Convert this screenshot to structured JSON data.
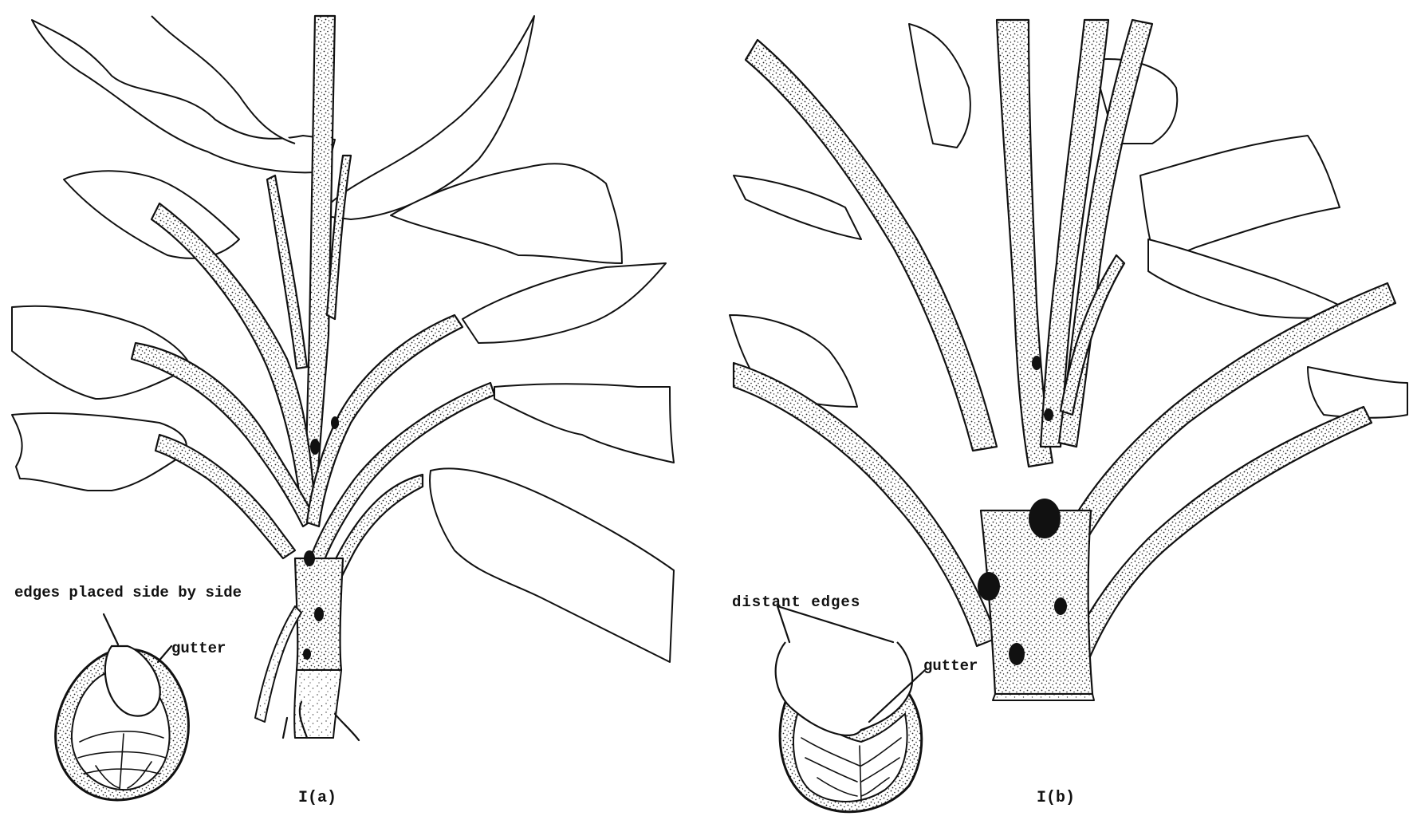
{
  "panels": [
    {
      "id": "a",
      "caption": "I(a)",
      "section_label_edges": "edges placed side by side",
      "section_label_gutter": "gutter"
    },
    {
      "id": "b",
      "caption": "I(b)",
      "section_label_edges": "distant edges",
      "section_label_gutter": "gutter"
    }
  ],
  "colors": {
    "ink": "#111111",
    "paper": "#ffffff"
  }
}
